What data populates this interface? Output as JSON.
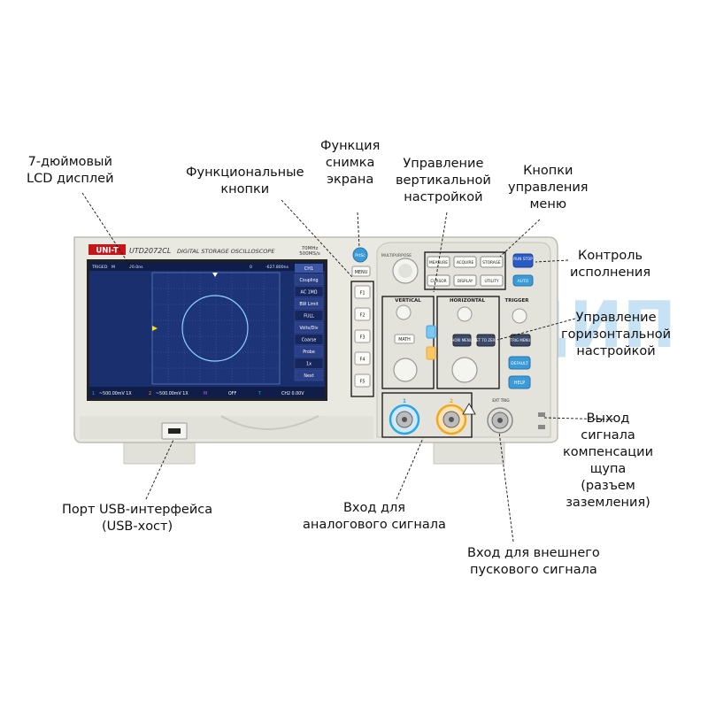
{
  "device": {
    "brand": "UNI-T",
    "model": "UTD2072CL",
    "subtitle": "DIGITAL STORAGE OSCILLOSCOPE",
    "spec_line1": "70MHz",
    "spec_line2": "500MS/s",
    "watermark_text": "ЧИП и ДИП",
    "colors": {
      "body": "#e9e8e1",
      "panel": "#dcdbd3",
      "screen_bg": "#1a2f6e",
      "grid": "#4a62a8",
      "menu_bg": "#2a3f86",
      "accent_blue": "#3a9bd8",
      "ch1": "#2aa7e8",
      "ch2": "#f2a81c"
    }
  },
  "screen": {
    "top_status": [
      "TRIGED",
      "M",
      "20.0ns",
      "0",
      "-627.800ns"
    ],
    "menu_title": "CH1",
    "menu_items": [
      "Coupling",
      "AC 1MΩ",
      "BW Limit",
      "FULL",
      "Volts/Div",
      "Coarse",
      "Probe",
      "1x",
      "Next"
    ],
    "bottom_status": [
      "1",
      "~500.00mV 1X",
      "2",
      "~500.00mV 1X",
      "M",
      "OFF",
      "T",
      "CH2 0.00V"
    ]
  },
  "buttons": {
    "print": "PrtSc",
    "menu": "MENU",
    "f_keys": [
      "F1",
      "F2",
      "F3",
      "F4",
      "F5"
    ],
    "multipurpose": "MULTIPURPOSE",
    "measure": "MEASURE",
    "acquire": "ACQUIRE",
    "storage": "STORAGE",
    "cursor": "CURSOR",
    "display": "DISPLAY",
    "utility": "UTILITY",
    "run_stop": "RUN STOP",
    "auto": "AUTO",
    "vertical": "VERTICAL",
    "horizontal": "HORIZONTAL",
    "trigger": "TRIGGER",
    "math": "MATH",
    "hori_menu": "HORI MENU",
    "set_to_zero": "SET TO ZERO",
    "trig_menu": "TRIG MENU",
    "default": "DEFAULT",
    "help": "HELP",
    "ch1_label": "1",
    "ch2_label": "2",
    "ext_trig": "EXT TRIG"
  },
  "callouts": {
    "lcd": "7-дюймовый\nLCD дисплей",
    "func_buttons": "Функциональные\nкнопки",
    "screenshot": "Функция\nснимка\nэкрана",
    "vertical_ctrl": "Управление\nвертикальной\nнастройкой",
    "menu_ctrl": "Кнопки\nуправления\nменю",
    "run_ctrl": "Контроль\nисполнения",
    "horizontal_ctrl": "Управление\nгоризонтальной\nнастройкой",
    "probe_comp": "Выход\nсигнала\nкомпенсации\nщупа\n(разъем\nзаземления)",
    "usb": "Порт USB-интерфейса\n(USB-хост)",
    "analog_in": "Вход для\nаналогового сигнала",
    "ext_trigger_in": "Вход для внешнего\nпускового сигнала"
  }
}
